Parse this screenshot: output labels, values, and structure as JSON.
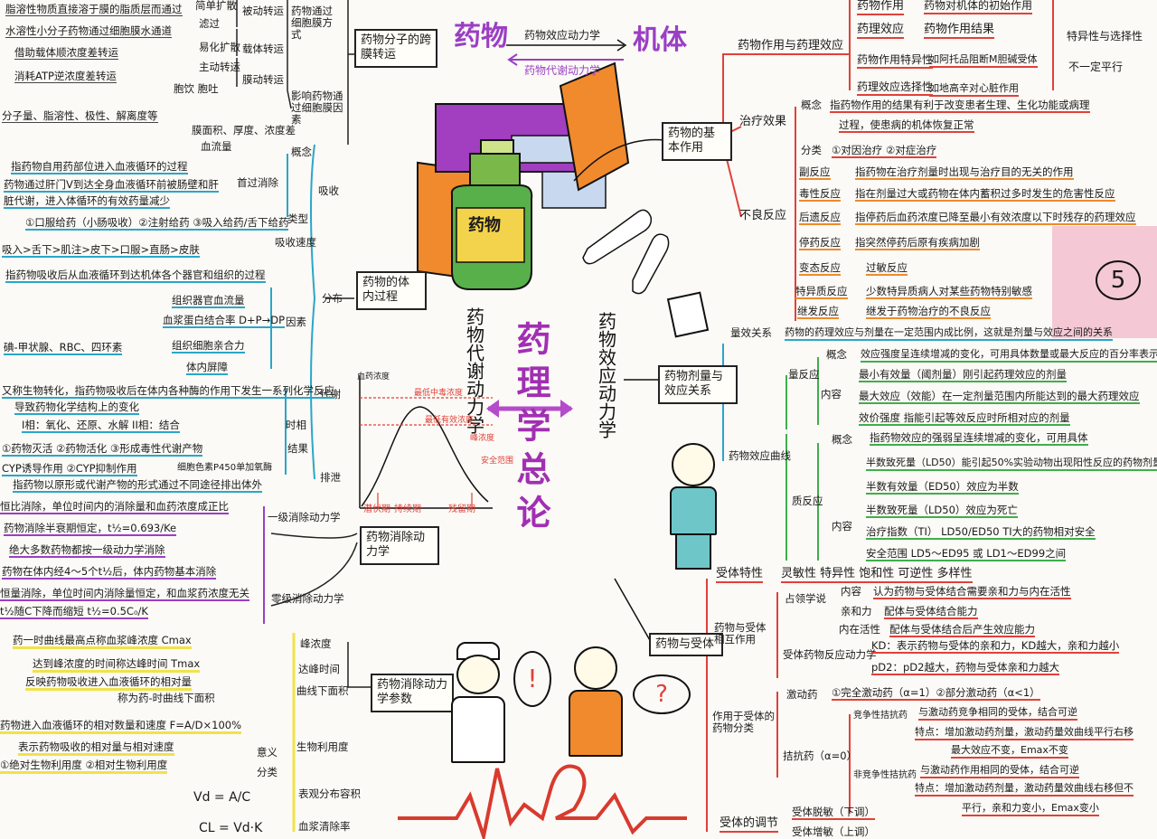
{
  "title": "药理学总论",
  "top": {
    "drug": "药物",
    "body": "机体",
    "arrow_top": "药物效应动力学",
    "arrow_bottom": "药物代谢动力学"
  },
  "center_left": "药物代谢动力学",
  "center_right": "药物效应动力学",
  "page_number": "5",
  "bottle_label": "药物",
  "left_top": {
    "head": "药物分子的跨膜转运",
    "l1": "脂溶性物质直接溶于膜的脂质层而通过",
    "l2": "水溶性小分子药物通过细胞膜水通道",
    "l3": "借助载体顺浓度差转运",
    "l4": "消耗ATP逆浓度差转运",
    "l5": "分子量、脂溶性、极性、解离度等",
    "l6": "滤过",
    "l7": "简单扩散",
    "l8": "易化扩散",
    "l9": "主动转运",
    "l10": "胞饮 胞吐",
    "c1": "被动转运",
    "c2": "载体转运",
    "c3": "膜动转运",
    "c4": "药物通过细胞膜方式",
    "c5": "影响药物通过细胞膜因素",
    "c6": "膜面积、厚度、浓度差",
    "c7": "血流量"
  },
  "absorption": {
    "head": "吸收",
    "gn": "概念",
    "l1": "指药物自用药部位进入血液循环的过程",
    "l2": "药物通过肝门V到达全身血液循环前被肠壁和肝",
    "l3": "脏代谢，进入体循环的有效药量减少",
    "s1": "首过消除",
    "l4": "①口服给药（小肠吸收）②注射给药 ③吸入给药/舌下给药",
    "s2": "类型",
    "l5": "吸入>舌下>肌注>皮下>口服>直肠>皮肤",
    "s3": "吸收速度"
  },
  "distribution": {
    "head": "分布",
    "l1": "指药物吸收后从血液循环到达机体各个器官和组织的过程",
    "f1": "组织器官血流量",
    "f2": "血浆蛋白结合率 D+P→DP",
    "f3": "组织细胞亲合力",
    "f4": "体内屏障",
    "s1": "因素",
    "l2": "碘-甲状腺、RBC、四环素"
  },
  "metabolism": {
    "head": "代谢",
    "l1": "又称生物转化，指药物吸收后在体内各种酶的作用下发生一系列化学反应",
    "l2": "导致药物化学结构上的变化",
    "l3": "I相：氧化、还原、水解  II相：结合",
    "s1": "时相",
    "l4": "①药物灭活 ②药物活化 ③形成毒性代谢产物",
    "s2": "结果",
    "l5": "CYP诱导作用  ②CYP抑制作用",
    "l6": "细胞色素P450单加氧酶"
  },
  "excretion": {
    "head": "排泄",
    "l1": "指药物以原形或代谢产物的形式通过不同途径排出体外"
  },
  "elimination": {
    "box": "药物消除动力学",
    "l1": "恒比消除，单位时间内的消除量和血药浓度成正比",
    "l2": "药物消除半衰期恒定，t½=0.693/Ke",
    "l3": "绝大多数药物都按一级动力学消除",
    "l4": "药物在体内经4～5个t½后，体内药物基本消除",
    "s1": "一级消除动力学",
    "l5": "恒量消除，单位时间内消除量恒定，和血浆药浓度无关",
    "l6": "t½随C下降而缩短 t½=0.5C₀/K",
    "s2": "零级消除动力学"
  },
  "params": {
    "box": "药物消除动力学参数",
    "l1": "药一时曲线最高点称血浆峰浓度 Cmax",
    "s1": "峰浓度",
    "l2": "达到峰浓度的时间称达峰时间 Tmax",
    "s2": "达峰时间",
    "l3": "反映药物吸收进入血液循环的相对量",
    "s3": "曲线下面积",
    "l4": "称为药-时曲线下面积",
    "l5": "药物进入血液循环的相对数量和速度 F=A/D×100%",
    "l6": "表示药物吸收的相对量与相对速度",
    "l7": "①绝对生物利用度 ②相对生物利用度",
    "s4": "生物利用度",
    "s5": "意义",
    "s6": "分类",
    "s7": "表观分布容积",
    "f1": "Vd = A/C",
    "s8": "血浆清除率",
    "f2": "CL = Vd·K"
  },
  "graph": {
    "y": "血药浓度",
    "tox": "最低中毒浓度",
    "eff": "最低有效浓度",
    "x1": "潜伏期",
    "x2": "持续期",
    "x3": "残留期",
    "peak": "峰浓度",
    "window": "安全范围"
  },
  "basic": {
    "box": "药物的基本作用",
    "head": "药物作用与药理效应",
    "r1": "药物作用",
    "r1d": "药物对机体的初始作用",
    "r2": "药理效应",
    "r2d": "药物作用结果",
    "r3": "药物作用特异性",
    "r3d": "如阿托品阻断M胆碱受体",
    "r4": "药理效应选择性",
    "r4d": "如地高辛对心脏作用",
    "side1": "特异性与选择性",
    "side2": "不一定平行",
    "therapy": "治疗效果",
    "t1k": "概念",
    "t1": "指药物作用的结果有利于改变患者生理、生化功能或病理",
    "t2": "过程，使患病的机体恢复正常",
    "t3k": "分类",
    "t3": "①对因治疗 ②对症治疗",
    "adverse": "不良反应",
    "a1k": "副反应",
    "a1": "指药物在治疗剂量时出现与治疗目的无关的作用",
    "a2k": "毒性反应",
    "a2": "指在剂量过大或药物在体内蓄积过多时发生的危害性反应",
    "a3k": "后遗反应",
    "a3": "指停药后血药浓度已降至最小有效浓度以下时残存的药理效应",
    "a4k": "停药反应",
    "a4": "指突然停药后原有疾病加剧",
    "a5k": "变态反应",
    "a5": "过敏反应",
    "a6k": "特异质反应",
    "a6": "少数特异质病人对某些药物特别敏感",
    "a7k": "继发反应",
    "a7": "继发于药物治疗的不良反应"
  },
  "dose": {
    "box": "药物剂量与效应关系",
    "qty": "量效关系",
    "qtyd": "药物的药理效应与剂量在一定范围内成比例，这就是剂量与效应之间的关系",
    "curve": "药物效应曲线",
    "graded": "量反应",
    "g1k": "概念",
    "g1": "效应强度呈连续增减的变化，可用具体数量或最大反应的百分率表示",
    "g2k": "内容",
    "g2": "最小有效量（阈剂量）刚引起药理效应的剂量",
    "g3": "最大效应（效能）在一定剂量范围内所能达到的最大药理效应",
    "g4": "效价强度 指能引起等效反应时所相对应的剂量",
    "quantal": "质反应",
    "q1k": "概念",
    "q1": "指药物效应的强弱呈连续增减的变化，可用具体",
    "q2k": "内容",
    "q2": "半数致死量（LD50）能引起50%实验动物出现阳性反应的药物剂量",
    "q3": "半数有效量（ED50）效应为半数",
    "q4": "半数致死量（LD50）效应为死亡",
    "q5": "治疗指数（TI） LD50/ED50  TI大的药物相对安全",
    "q6": "安全范围  LD5～ED95 或 LD1～ED99之间"
  },
  "receptor": {
    "box": "药物与受体",
    "feat": "受体特性",
    "featd": "灵敏性  特异性  饱和性  可逆性  多样性",
    "inter": "药物与受体相互作用",
    "occ": "占领学说",
    "o1k": "内容",
    "o1": "认为药物与受体结合需要亲和力与内在活性",
    "o2k": "亲和力",
    "o2": "配体与受体结合能力",
    "o3k": "内在活性",
    "o3": "配体与受体结合后产生效应能力",
    "kin": "受体药物反应动力学",
    "kd": "KD：表示药物与受体的亲和力，KD越大，亲和力越小",
    "pd": "pD2：pD2越大，药物与受体亲和力越大",
    "act": "作用于受体的药物分类",
    "ag": "激动药",
    "agd": "①完全激动药（α=1）②部分激动药（α<1）",
    "an": "拮抗药（α=0）",
    "comp": "竞争性拮抗药",
    "c1": "与激动药竞争相同的受体，结合可逆",
    "c2": "特点：增加激动药剂量，激动药量效曲线平行右移",
    "c3": "最大效应不变，Emax不变",
    "ncomp": "非竞争性拮抗药",
    "n1": "与激动药作用相同的受体，结合可逆",
    "n2": "特点：增加激动药剂量，激动药量效曲线右移但不",
    "n3": "平行，亲和力变小，Emax变小",
    "reg": "受体的调节",
    "r1": "受体脱敏（下调）",
    "r2": "受体增敏（上调）"
  }
}
